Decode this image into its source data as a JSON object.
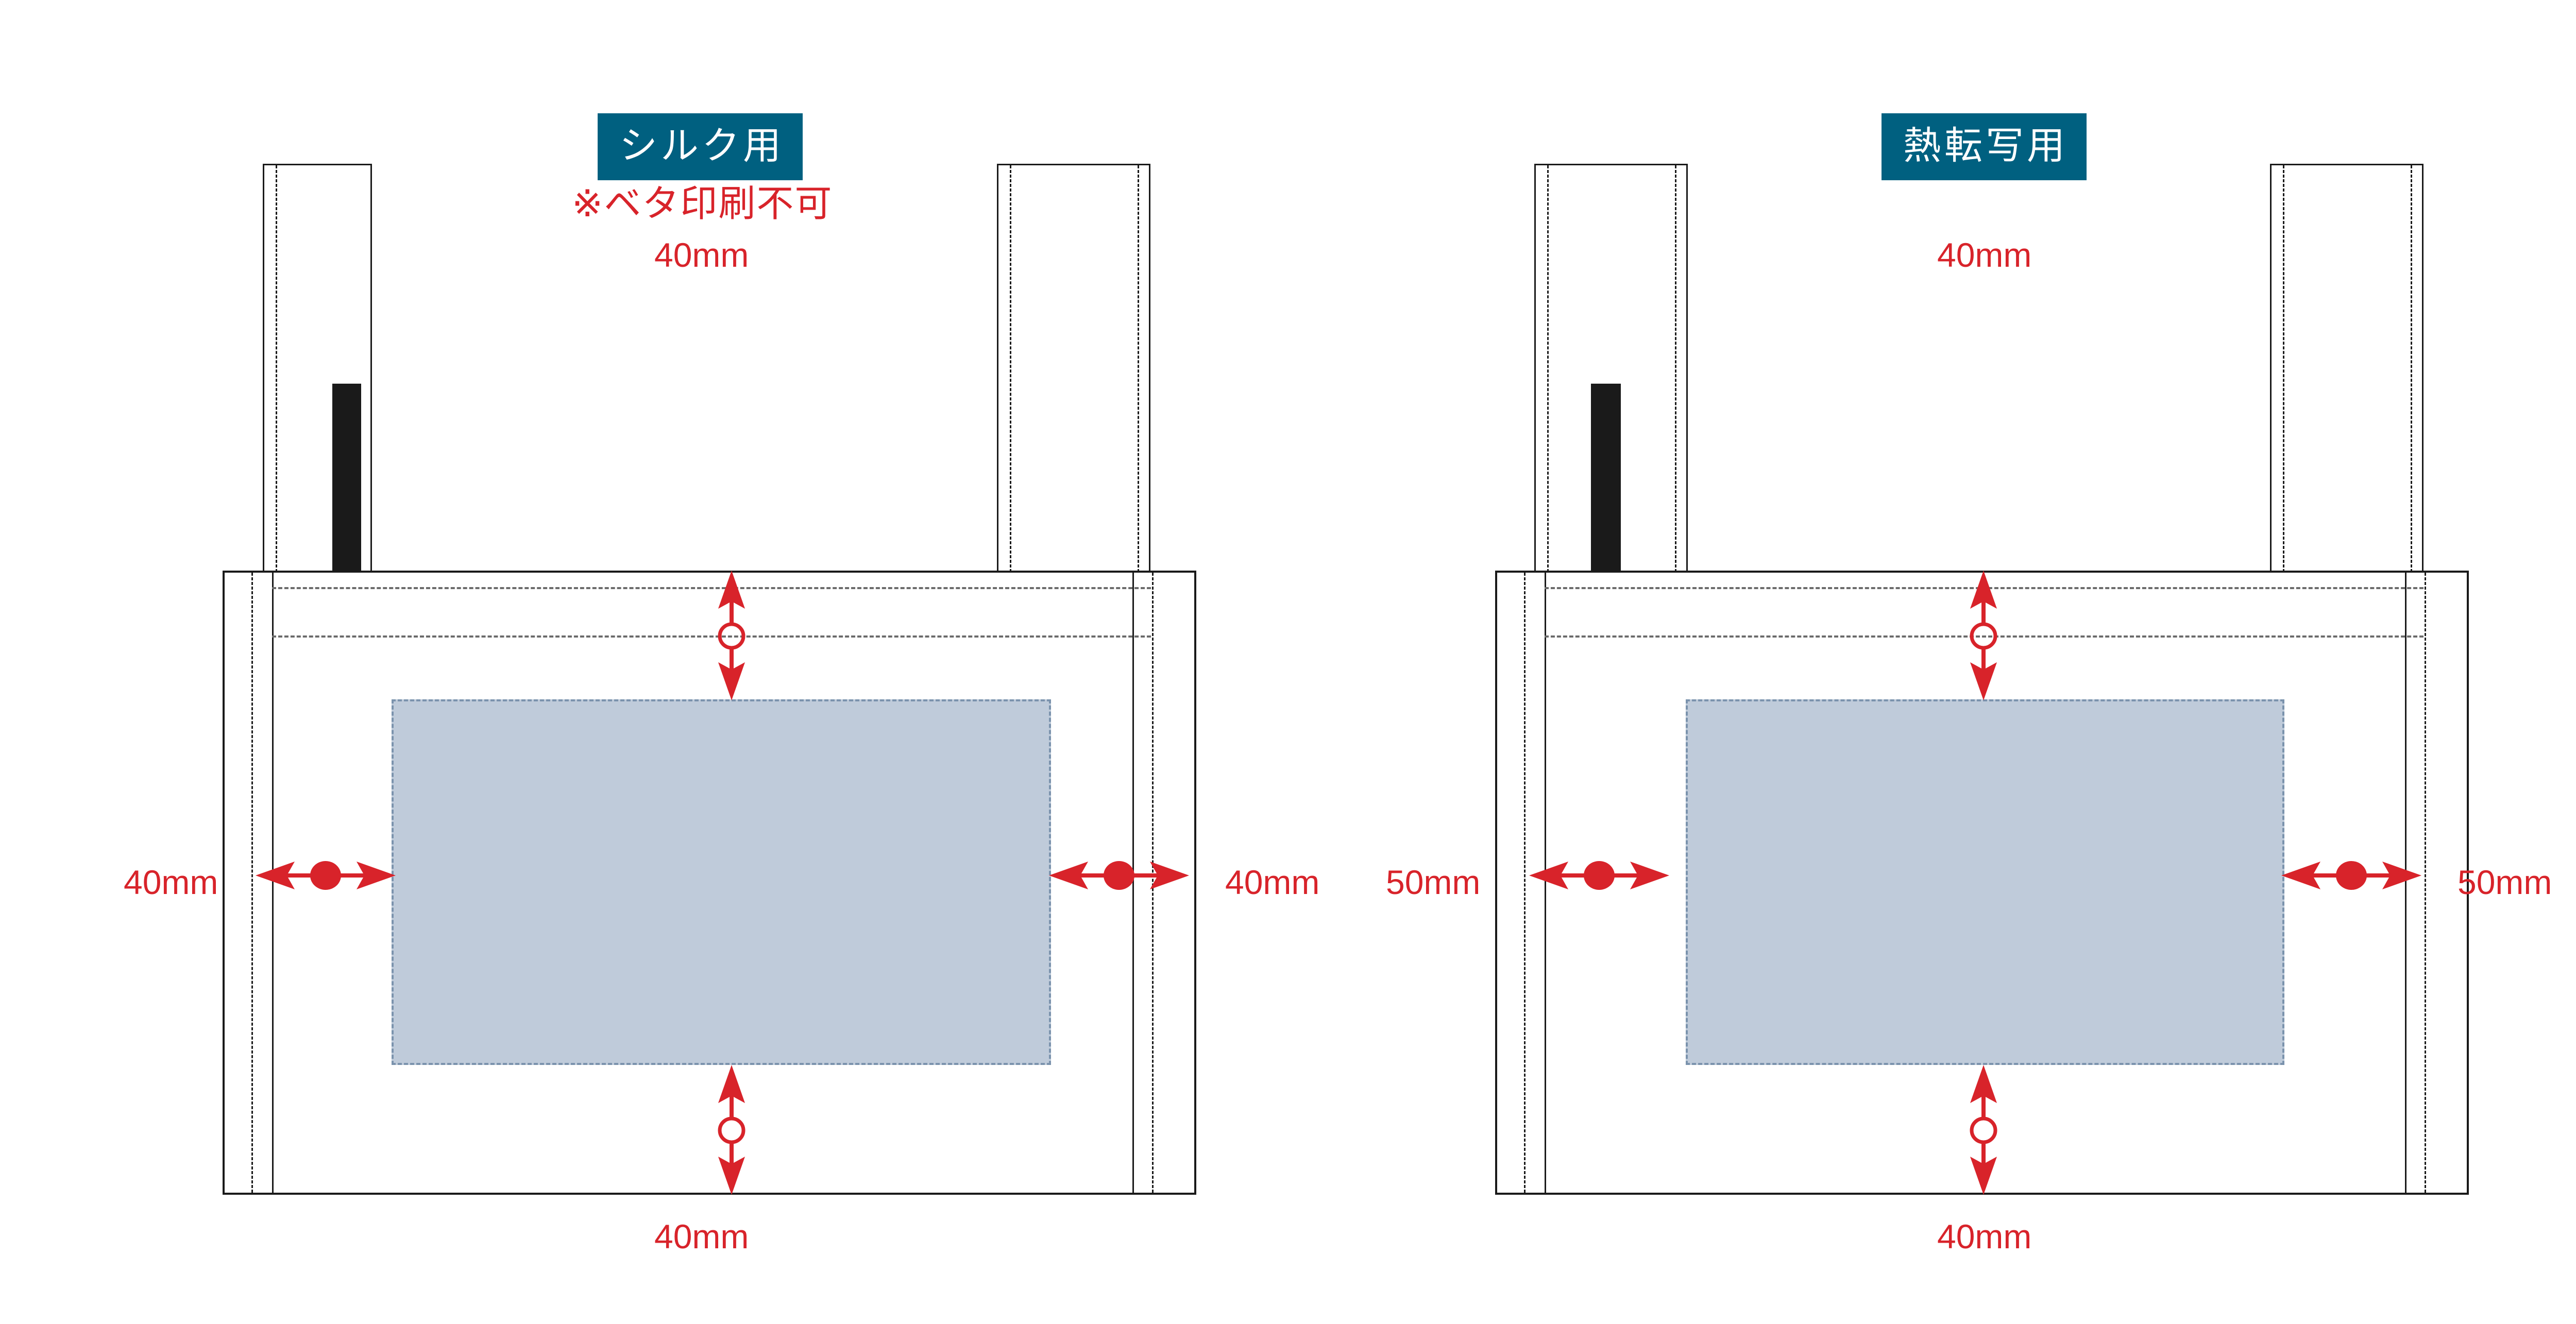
{
  "colors": {
    "badge_teal": "#006080",
    "annotation_red": "#d8232a",
    "print_area_fill": "#bfcbda",
    "print_area_border": "#7b93ad",
    "outline_black": "#1a1a1a",
    "seam_gray": "#6b6b6b",
    "tab_black": "#1a1a1a"
  },
  "panels": [
    {
      "id": "silk",
      "badge_label": "シルク用",
      "warning_label": "※ベタ印刷不可",
      "has_warning": true,
      "dimensions": {
        "top": "40mm",
        "bottom": "40mm",
        "left": "40mm",
        "right": "40mm"
      }
    },
    {
      "id": "heat",
      "badge_label": "熱転写用",
      "warning_label": "",
      "has_warning": false,
      "dimensions": {
        "top": "40mm",
        "bottom": "40mm",
        "left": "50mm",
        "right": "50mm"
      }
    }
  ],
  "legend": {
    "print_area_name": "print-area",
    "vertical_marker": "hollow-circle",
    "horizontal_marker": "filled-circle"
  }
}
